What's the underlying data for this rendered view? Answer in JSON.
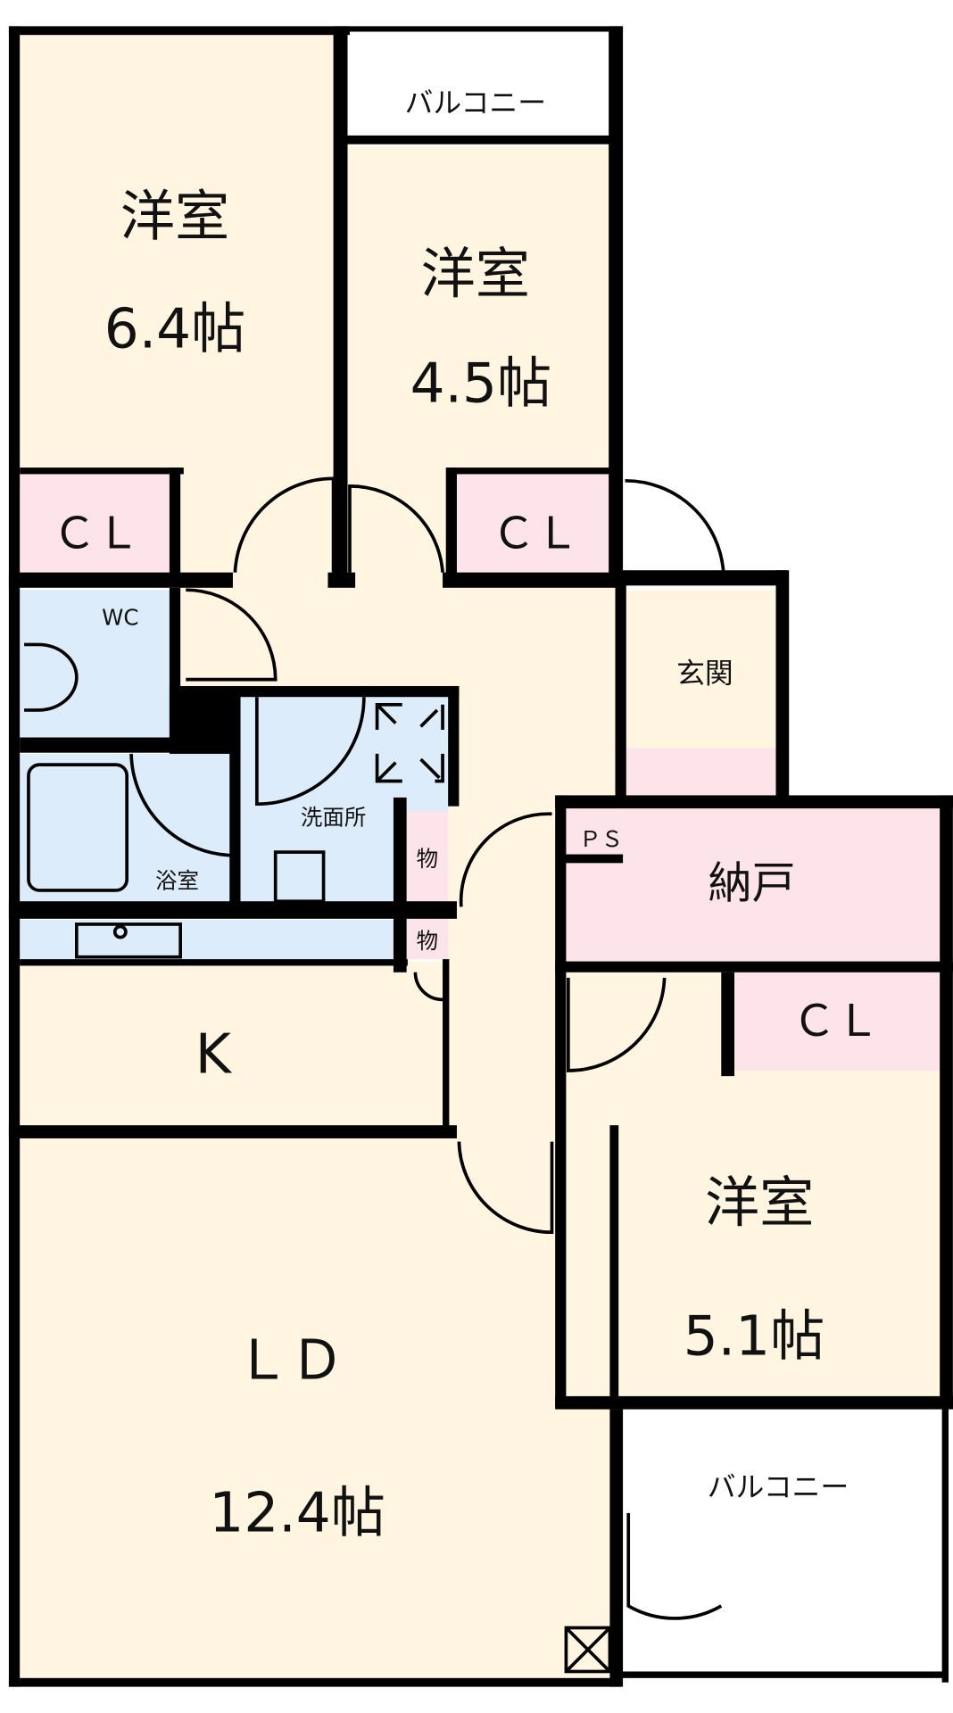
{
  "floorplan": {
    "rooms": {
      "western_1": {
        "name": "洋室",
        "size": "6.4帖"
      },
      "western_2": {
        "name": "洋室",
        "size": "4.5帖"
      },
      "western_3": {
        "name": "洋室",
        "size": "5.1帖"
      },
      "ld": {
        "name": "ＬＤ",
        "size": "12.4帖"
      },
      "kitchen": {
        "name": "K"
      },
      "closet_1": {
        "name": "ＣＬ"
      },
      "closet_2": {
        "name": "ＣＬ"
      },
      "closet_3": {
        "name": "ＣＬ"
      },
      "balcony_top": {
        "name": "バルコニー"
      },
      "balcony_bottom": {
        "name": "バルコニー"
      },
      "wc": {
        "name": "WC"
      },
      "bath": {
        "name": "浴室"
      },
      "washroom": {
        "name": "洗面所"
      },
      "entrance": {
        "name": "玄関"
      },
      "storeroom": {
        "name": "納戸"
      },
      "storage_1": {
        "name": "物"
      },
      "storage_2": {
        "name": "物"
      },
      "pipe_space": {
        "name": "ＰＳ"
      }
    },
    "colors": {
      "living": "#fff5e1",
      "closet": "#fde3ea",
      "wet": "#dcecfa",
      "wall": "#000000"
    }
  }
}
